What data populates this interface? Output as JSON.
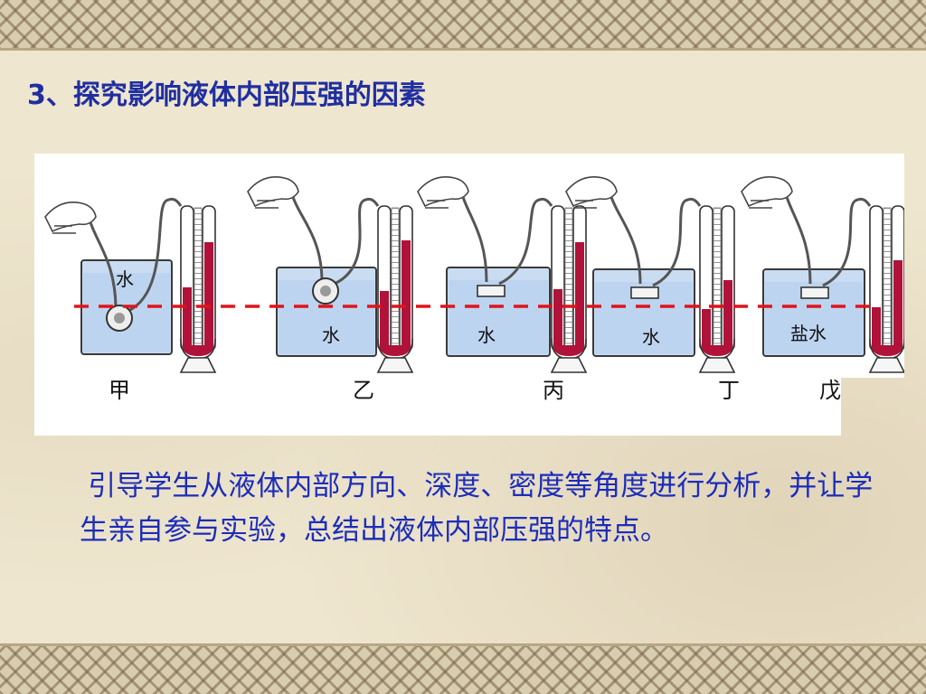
{
  "slide": {
    "title": "3、探究影响液体内部压强的因素",
    "caption": "引导学生从液体内部方向、深度、密度等角度进行分析，并让学生亲自参与实验，总结出液体内部压强的特点。"
  },
  "colors": {
    "title_text": "#1f2fa0",
    "caption_text": "#1c2dba",
    "liquid": "#b0123a",
    "reference_line": "#e0141a",
    "beaker_water": "#c9dcf2"
  },
  "figure": {
    "experiments": [
      {
        "label": "甲",
        "liquid_label": "水",
        "probe_facing": "side"
      },
      {
        "label": "乙",
        "liquid_label": "水",
        "probe_facing": "down"
      },
      {
        "label": "丙",
        "liquid_label": "水",
        "probe_facing": "up"
      },
      {
        "label": "丁",
        "liquid_label": "水",
        "probe_facing": "up"
      },
      {
        "label": "戊",
        "liquid_label": "盐水",
        "probe_facing": "up"
      }
    ]
  }
}
